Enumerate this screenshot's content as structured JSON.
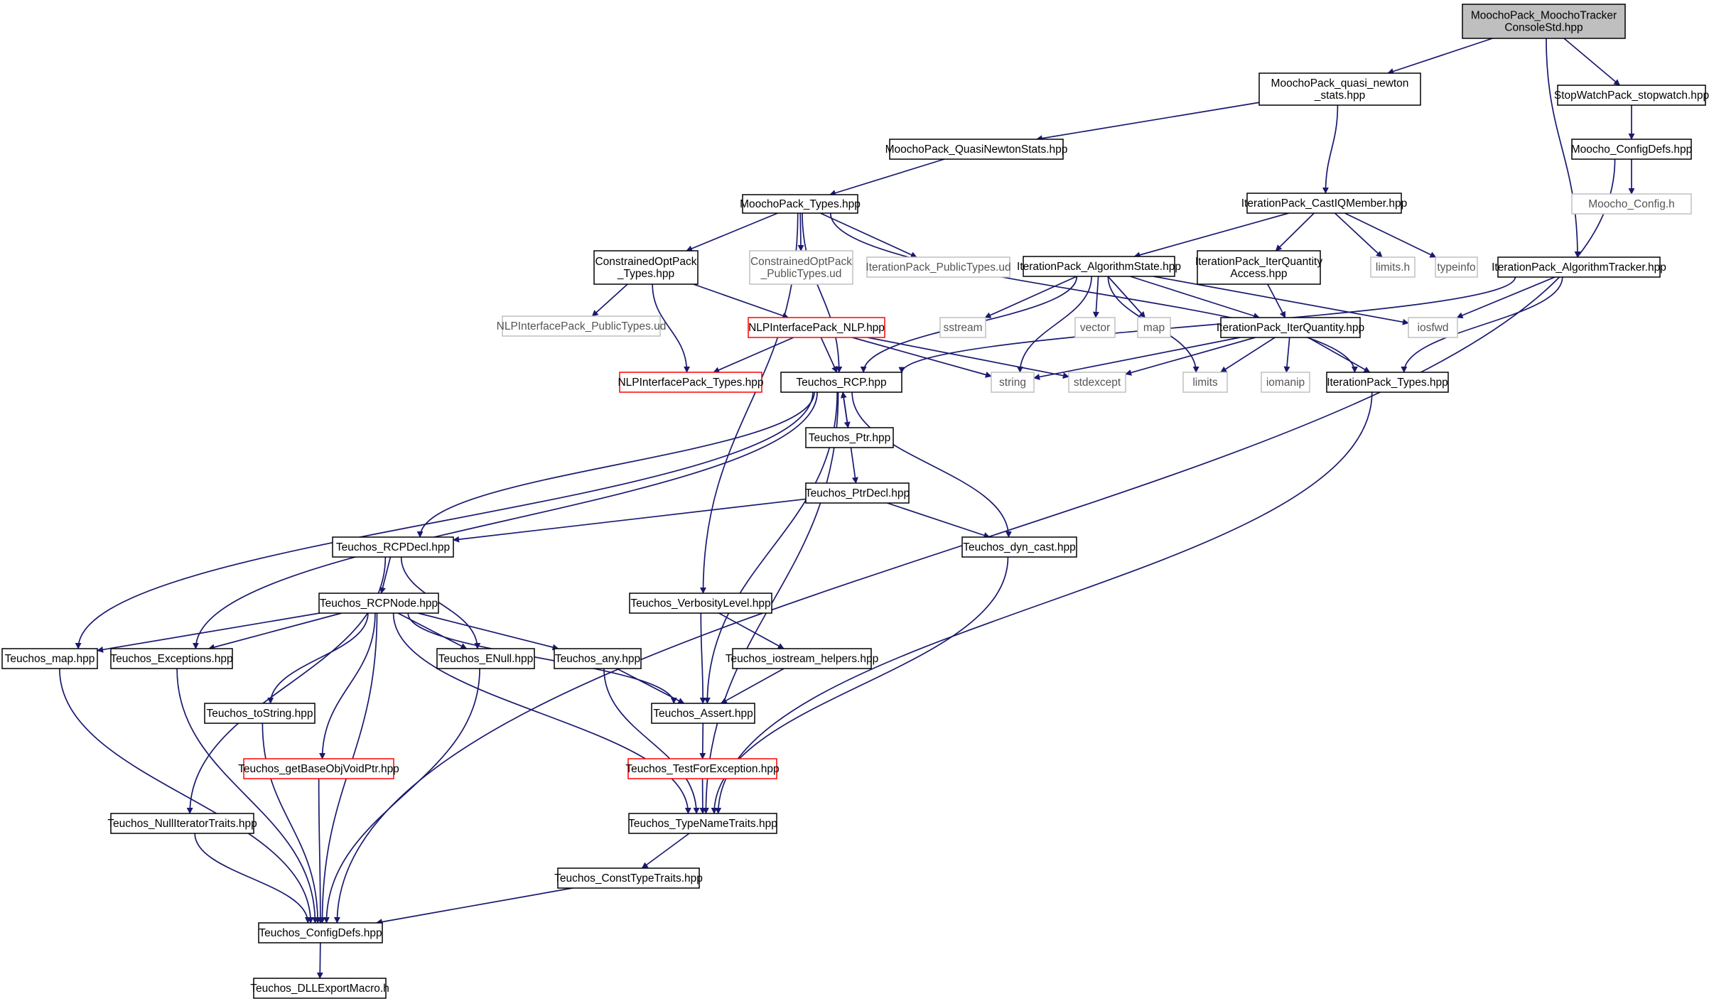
{
  "colors": {
    "edge": "#191970",
    "box_border": "#000000",
    "box_border_missing": "#c0c0c0",
    "box_border_truncated": "#ff0000",
    "root_fill": "#bfbfbf",
    "background": "#ffffff"
  },
  "nodes": [
    {
      "id": "root",
      "lines": [
        "MoochoPack_MoochoTracker",
        "ConsoleStd.hpp"
      ],
      "style": "root"
    },
    {
      "id": "qnstats",
      "lines": [
        "MoochoPack_quasi_newton",
        "_stats.hpp"
      ],
      "style": "normal"
    },
    {
      "id": "stopwatch",
      "lines": [
        "StopWatchPack_stopwatch.hpp"
      ],
      "style": "normal"
    },
    {
      "id": "QNS",
      "lines": [
        "MoochoPack_QuasiNewtonStats.hpp"
      ],
      "style": "normal"
    },
    {
      "id": "moochoconfigdefs",
      "lines": [
        "Moocho_ConfigDefs.hpp"
      ],
      "style": "normal"
    },
    {
      "id": "moochotypes",
      "lines": [
        "MoochoPack_Types.hpp"
      ],
      "style": "normal"
    },
    {
      "id": "castiq",
      "lines": [
        "IterationPack_CastIQMember.hpp"
      ],
      "style": "normal"
    },
    {
      "id": "moochoconfigh",
      "lines": [
        "Moocho_Config.h"
      ],
      "style": "missing"
    },
    {
      "id": "cotypes",
      "lines": [
        "ConstrainedOptPack",
        "_Types.hpp"
      ],
      "style": "normal"
    },
    {
      "id": "coptypesud",
      "lines": [
        "ConstrainedOptPack",
        "_PublicTypes.ud"
      ],
      "style": "missing"
    },
    {
      "id": "iptypesud",
      "lines": [
        "IterationPack_PublicTypes.ud"
      ],
      "style": "missing"
    },
    {
      "id": "algstate",
      "lines": [
        "IterationPack_AlgorithmState.hpp"
      ],
      "style": "normal"
    },
    {
      "id": "iqaccess",
      "lines": [
        "IterationPack_IterQuantity",
        "Access.hpp"
      ],
      "style": "normal"
    },
    {
      "id": "limitsh",
      "lines": [
        "limits.h"
      ],
      "style": "missing"
    },
    {
      "id": "typeinfo",
      "lines": [
        "typeinfo"
      ],
      "style": "missing"
    },
    {
      "id": "algtracker",
      "lines": [
        "IterationPack_AlgorithmTracker.hpp"
      ],
      "style": "normal"
    },
    {
      "id": "nlptypesud",
      "lines": [
        "NLPInterfacePack_PublicTypes.ud"
      ],
      "style": "missing"
    },
    {
      "id": "nlp",
      "lines": [
        "NLPInterfacePack_NLP.hpp"
      ],
      "style": "truncated"
    },
    {
      "id": "sstream",
      "lines": [
        "sstream"
      ],
      "style": "missing"
    },
    {
      "id": "vector",
      "lines": [
        "vector"
      ],
      "style": "missing"
    },
    {
      "id": "map",
      "lines": [
        "map"
      ],
      "style": "missing"
    },
    {
      "id": "iterq",
      "lines": [
        "IterationPack_IterQuantity.hpp"
      ],
      "style": "normal"
    },
    {
      "id": "iosfwd",
      "lines": [
        "iosfwd"
      ],
      "style": "missing"
    },
    {
      "id": "nlptypes",
      "lines": [
        "NLPInterfacePack_Types.hpp"
      ],
      "style": "truncated"
    },
    {
      "id": "rcp",
      "lines": [
        "Teuchos_RCP.hpp"
      ],
      "style": "normal"
    },
    {
      "id": "string",
      "lines": [
        "string"
      ],
      "style": "missing"
    },
    {
      "id": "stdexcept",
      "lines": [
        "stdexcept"
      ],
      "style": "missing"
    },
    {
      "id": "limits",
      "lines": [
        "limits"
      ],
      "style": "missing"
    },
    {
      "id": "iomanip",
      "lines": [
        "iomanip"
      ],
      "style": "missing"
    },
    {
      "id": "iptypes",
      "lines": [
        "IterationPack_Types.hpp"
      ],
      "style": "normal"
    },
    {
      "id": "ptr",
      "lines": [
        "Teuchos_Ptr.hpp"
      ],
      "style": "normal"
    },
    {
      "id": "ptrdecl",
      "lines": [
        "Teuchos_PtrDecl.hpp"
      ],
      "style": "normal"
    },
    {
      "id": "rcpdecl",
      "lines": [
        "Teuchos_RCPDecl.hpp"
      ],
      "style": "normal"
    },
    {
      "id": "dyncast",
      "lines": [
        "Teuchos_dyn_cast.hpp"
      ],
      "style": "normal"
    },
    {
      "id": "rcpnode",
      "lines": [
        "Teuchos_RCPNode.hpp"
      ],
      "style": "normal"
    },
    {
      "id": "verbosity",
      "lines": [
        "Teuchos_VerbosityLevel.hpp"
      ],
      "style": "normal"
    },
    {
      "id": "tmap",
      "lines": [
        "Teuchos_map.hpp"
      ],
      "style": "normal"
    },
    {
      "id": "exceptions",
      "lines": [
        "Teuchos_Exceptions.hpp"
      ],
      "style": "normal"
    },
    {
      "id": "enull",
      "lines": [
        "Teuchos_ENull.hpp"
      ],
      "style": "normal"
    },
    {
      "id": "any",
      "lines": [
        "Teuchos_any.hpp"
      ],
      "style": "normal"
    },
    {
      "id": "iohelpers",
      "lines": [
        "Teuchos_iostream_helpers.hpp"
      ],
      "style": "normal"
    },
    {
      "id": "tostring",
      "lines": [
        "Teuchos_toString.hpp"
      ],
      "style": "normal"
    },
    {
      "id": "assert",
      "lines": [
        "Teuchos_Assert.hpp"
      ],
      "style": "normal"
    },
    {
      "id": "getbase",
      "lines": [
        "Teuchos_getBaseObjVoidPtr.hpp"
      ],
      "style": "truncated"
    },
    {
      "id": "testforexc",
      "lines": [
        "Teuchos_TestForException.hpp"
      ],
      "style": "truncated"
    },
    {
      "id": "nulliter",
      "lines": [
        "Teuchos_NullIteratorTraits.hpp"
      ],
      "style": "normal"
    },
    {
      "id": "typename",
      "lines": [
        "Teuchos_TypeNameTraits.hpp"
      ],
      "style": "normal"
    },
    {
      "id": "consttype",
      "lines": [
        "Teuchos_ConstTypeTraits.hpp"
      ],
      "style": "normal"
    },
    {
      "id": "teuchosconfig",
      "lines": [
        "Teuchos_ConfigDefs.hpp"
      ],
      "style": "normal"
    },
    {
      "id": "dllexport",
      "lines": [
        "Teuchos_DLLExportMacro.h"
      ],
      "style": "normal"
    }
  ],
  "edges": [
    [
      "root",
      "qnstats"
    ],
    [
      "root",
      "stopwatch"
    ],
    [
      "root",
      "algtracker"
    ],
    [
      "qnstats",
      "QNS"
    ],
    [
      "qnstats",
      "castiq"
    ],
    [
      "stopwatch",
      "moochoconfigdefs"
    ],
    [
      "moochoconfigdefs",
      "moochoconfigh"
    ],
    [
      "moochoconfigdefs",
      "teuchosconfig"
    ],
    [
      "QNS",
      "moochotypes"
    ],
    [
      "moochotypes",
      "cotypes"
    ],
    [
      "moochotypes",
      "coptypesud"
    ],
    [
      "moochotypes",
      "iptypesud"
    ],
    [
      "moochotypes",
      "rcp"
    ],
    [
      "moochotypes",
      "verbosity"
    ],
    [
      "moochotypes",
      "iptypes"
    ],
    [
      "castiq",
      "algstate"
    ],
    [
      "castiq",
      "iqaccess"
    ],
    [
      "castiq",
      "limitsh"
    ],
    [
      "castiq",
      "typeinfo"
    ],
    [
      "cotypes",
      "nlptypesud"
    ],
    [
      "cotypes",
      "nlp"
    ],
    [
      "cotypes",
      "nlptypes"
    ],
    [
      "algstate",
      "rcp"
    ],
    [
      "algstate",
      "sstream"
    ],
    [
      "algstate",
      "string"
    ],
    [
      "algstate",
      "vector"
    ],
    [
      "algstate",
      "map"
    ],
    [
      "algstate",
      "iterq"
    ],
    [
      "algstate",
      "iosfwd"
    ],
    [
      "algstate",
      "limits"
    ],
    [
      "iqaccess",
      "iterq"
    ],
    [
      "algtracker",
      "rcp"
    ],
    [
      "algtracker",
      "iosfwd"
    ],
    [
      "algtracker",
      "iptypes"
    ],
    [
      "nlp",
      "nlptypes"
    ],
    [
      "nlp",
      "rcp"
    ],
    [
      "nlp",
      "string"
    ],
    [
      "nlp",
      "stdexcept"
    ],
    [
      "iterq",
      "string"
    ],
    [
      "iterq",
      "stdexcept"
    ],
    [
      "iterq",
      "limits"
    ],
    [
      "iterq",
      "iomanip"
    ],
    [
      "iterq",
      "iptypes"
    ],
    [
      "iptypes",
      "typename"
    ],
    [
      "rcp",
      "ptr"
    ],
    [
      "rcp",
      "rcpdecl"
    ],
    [
      "rcp",
      "dyncast"
    ],
    [
      "rcp",
      "tmap"
    ],
    [
      "rcp",
      "exceptions"
    ],
    [
      "rcp",
      "assert"
    ],
    [
      "rcp",
      "typename"
    ],
    [
      "ptr",
      "rcp"
    ],
    [
      "ptr",
      "ptrdecl"
    ],
    [
      "ptrdecl",
      "rcpdecl"
    ],
    [
      "ptrdecl",
      "dyncast"
    ],
    [
      "rcpdecl",
      "rcpnode"
    ],
    [
      "rcpdecl",
      "enull"
    ],
    [
      "rcpdecl",
      "nulliter"
    ],
    [
      "dyncast",
      "typename"
    ],
    [
      "rcpnode",
      "tmap"
    ],
    [
      "rcpnode",
      "exceptions"
    ],
    [
      "rcpnode",
      "enull"
    ],
    [
      "rcpnode",
      "any"
    ],
    [
      "rcpnode",
      "assert"
    ],
    [
      "rcpnode",
      "tostring"
    ],
    [
      "rcpnode",
      "getbase"
    ],
    [
      "rcpnode",
      "typename"
    ],
    [
      "rcpnode",
      "teuchosconfig"
    ],
    [
      "verbosity",
      "iohelpers"
    ],
    [
      "verbosity",
      "assert"
    ],
    [
      "iohelpers",
      "assert"
    ],
    [
      "any",
      "assert"
    ],
    [
      "any",
      "typename"
    ],
    [
      "assert",
      "testforexc"
    ],
    [
      "testforexc",
      "typename"
    ],
    [
      "tmap",
      "teuchosconfig"
    ],
    [
      "exceptions",
      "teuchosconfig"
    ],
    [
      "enull",
      "teuchosconfig"
    ],
    [
      "tostring",
      "teuchosconfig"
    ],
    [
      "getbase",
      "teuchosconfig"
    ],
    [
      "nulliter",
      "teuchosconfig"
    ],
    [
      "typename",
      "consttype"
    ],
    [
      "consttype",
      "teuchosconfig"
    ],
    [
      "teuchosconfig",
      "dllexport"
    ]
  ]
}
